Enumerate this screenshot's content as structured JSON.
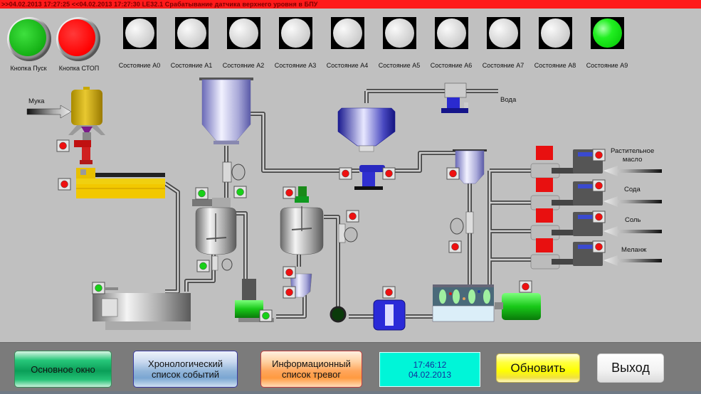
{
  "alarm_bar": {
    "text": ">>04.02.2013 17:27:25 <<04.02.2013 17:27:30  LE32.1 Срабатывание датчика верхнего уровня в БПУ",
    "color": "#ff1a1a"
  },
  "controls": {
    "start_button": {
      "label": "Кнопка Пуск",
      "color": "#14b014"
    },
    "stop_button": {
      "label": "Кнопка СТОП",
      "color": "#ff0000"
    }
  },
  "status_lamps": [
    {
      "label": "Состояние А0",
      "state": "off"
    },
    {
      "label": "Состояние А1",
      "state": "off"
    },
    {
      "label": "Состояние А2",
      "state": "off"
    },
    {
      "label": "Состояние А3",
      "state": "off"
    },
    {
      "label": "Состояние А4",
      "state": "off"
    },
    {
      "label": "Состояние А5",
      "state": "off"
    },
    {
      "label": "Состояние А6",
      "state": "off"
    },
    {
      "label": "Состояние А7",
      "state": "off"
    },
    {
      "label": "Состояние А8",
      "state": "off"
    },
    {
      "label": "Состояние А9",
      "state": "on"
    }
  ],
  "diagram": {
    "inputs": {
      "flour": "Мука",
      "water": "Вода",
      "oil_line1": "Растительное",
      "oil_line2": "масло",
      "soda": "Сода",
      "salt": "Соль",
      "melange": "Меланж"
    },
    "indicator_colors": {
      "running": "#18d018",
      "stopped": "#ee1010"
    }
  },
  "footer": {
    "main_window": "Основное окно",
    "events_line1": "Хронологический",
    "events_line2": "список событий",
    "alarms_line1": "Информационный",
    "alarms_line2": "список тревог",
    "clock_time": "17:46:12",
    "clock_date": "04.02.2013",
    "refresh": "Обновить",
    "exit": "Выход"
  }
}
